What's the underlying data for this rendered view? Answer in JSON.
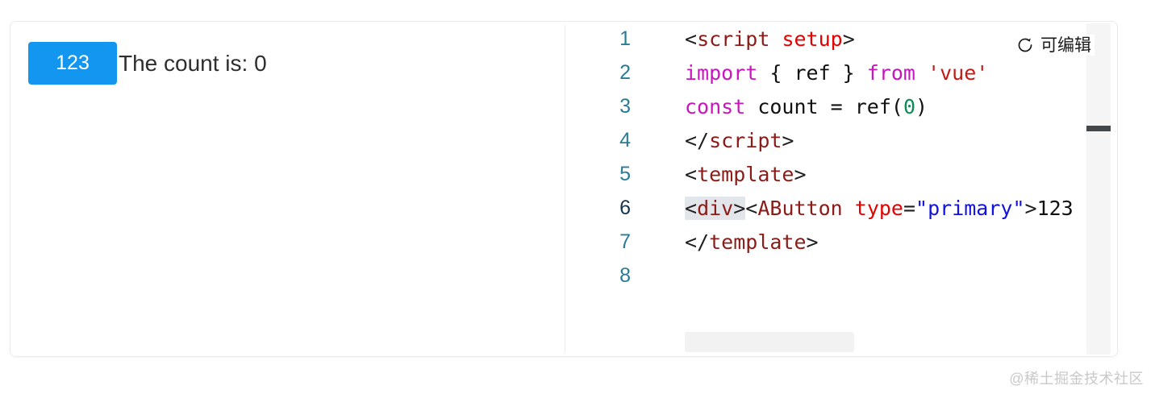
{
  "preview": {
    "button_label": "123",
    "count_text": "The count is: 0",
    "button_color": "#1296f0",
    "button_text_color": "#ffffff"
  },
  "editor": {
    "badge": {
      "icon": "refresh-icon",
      "label": "可编辑"
    },
    "active_line": 6,
    "line_number_color": "#2a7c96",
    "active_line_number_color": "#17344f",
    "lines": [
      {
        "number": "1",
        "tokens": [
          {
            "text": "<",
            "type": "punct"
          },
          {
            "text": "script",
            "type": "tag"
          },
          {
            "text": " ",
            "type": "plain"
          },
          {
            "text": "setup",
            "type": "attr"
          },
          {
            "text": ">",
            "type": "punct"
          }
        ]
      },
      {
        "number": "2",
        "tokens": [
          {
            "text": "import",
            "type": "keyword"
          },
          {
            "text": " { ref } ",
            "type": "plain"
          },
          {
            "text": "from",
            "type": "keyword"
          },
          {
            "text": " ",
            "type": "plain"
          },
          {
            "text": "'vue'",
            "type": "string"
          }
        ]
      },
      {
        "number": "3",
        "tokens": [
          {
            "text": "const",
            "type": "keyword"
          },
          {
            "text": " count = ref(",
            "type": "plain"
          },
          {
            "text": "0",
            "type": "num"
          },
          {
            "text": ")",
            "type": "plain"
          }
        ]
      },
      {
        "number": "4",
        "tokens": [
          {
            "text": "</",
            "type": "punct"
          },
          {
            "text": "script",
            "type": "tag"
          },
          {
            "text": ">",
            "type": "punct"
          }
        ]
      },
      {
        "number": "5",
        "tokens": [
          {
            "text": "<",
            "type": "punct"
          },
          {
            "text": "template",
            "type": "tag"
          },
          {
            "text": ">",
            "type": "punct"
          }
        ]
      },
      {
        "number": "6",
        "tokens": [
          {
            "text": "<",
            "type": "punct",
            "match": true
          },
          {
            "text": "div",
            "type": "tag",
            "match": true
          },
          {
            "text": ">",
            "type": "punct",
            "match": true
          },
          {
            "text": "<",
            "type": "punct"
          },
          {
            "text": "AButton",
            "type": "tag"
          },
          {
            "text": " ",
            "type": "plain"
          },
          {
            "text": "type",
            "type": "attr"
          },
          {
            "text": "=",
            "type": "punct"
          },
          {
            "text": "\"primary\"",
            "type": "blue"
          },
          {
            "text": ">",
            "type": "punct"
          },
          {
            "text": "123",
            "type": "plain"
          }
        ]
      },
      {
        "number": "7",
        "tokens": [
          {
            "text": "</",
            "type": "punct"
          },
          {
            "text": "template",
            "type": "tag"
          },
          {
            "text": ">",
            "type": "punct"
          }
        ]
      },
      {
        "number": "8",
        "tokens": []
      }
    ]
  },
  "watermark": {
    "text": "@稀土掘金技术社区"
  }
}
